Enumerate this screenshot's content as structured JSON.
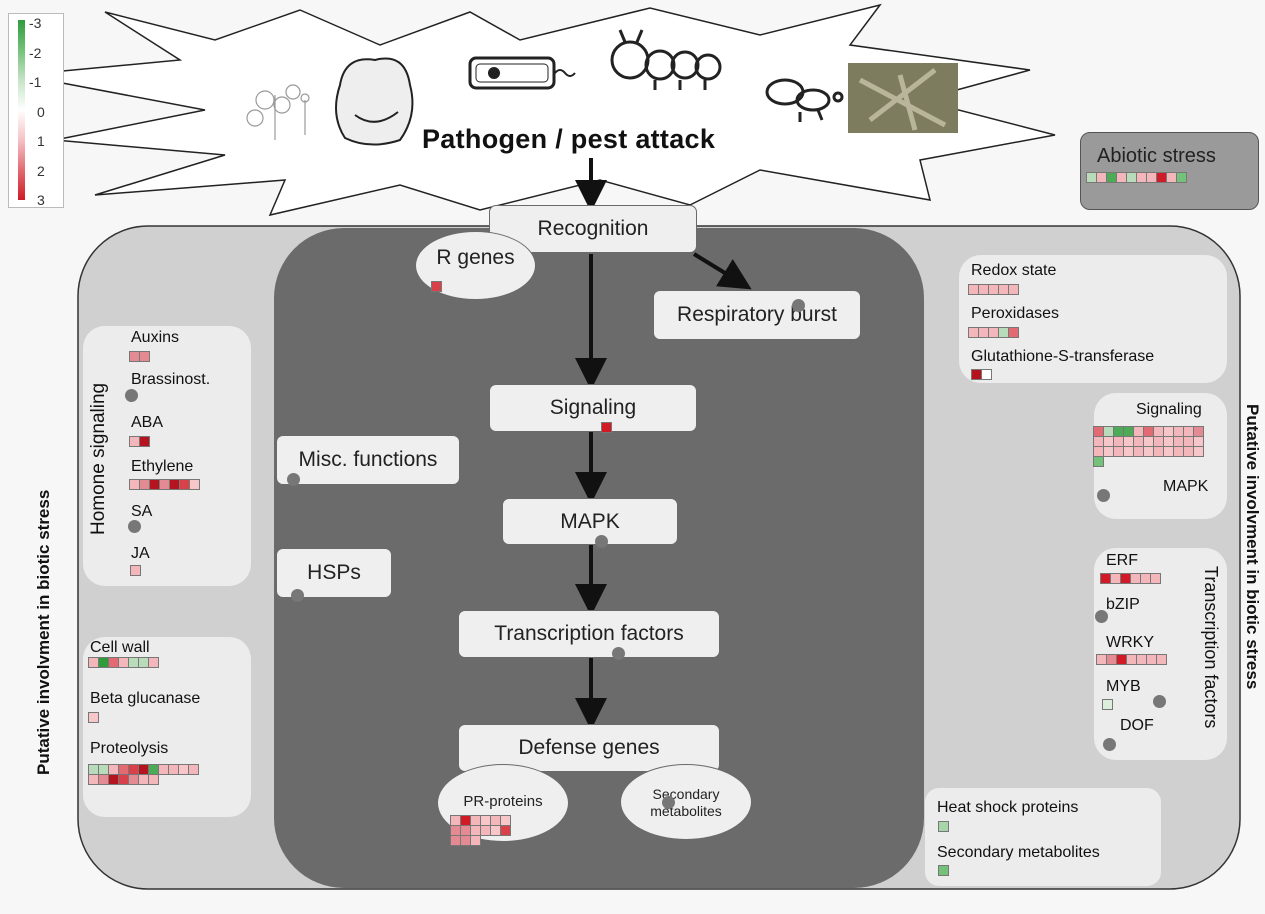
{
  "legend": {
    "ticks": [
      "-3",
      "-2",
      "-1",
      "0",
      "1",
      "2",
      "3"
    ],
    "colors": [
      "#2e9c3a",
      "#74c17a",
      "#c5e3c7",
      "#ffffff",
      "#f6c1c5",
      "#e26a73",
      "#d11a25"
    ]
  },
  "header": {
    "title": "Pathogen / pest attack"
  },
  "abiotic": {
    "label": "Abiotic stress",
    "cells": [
      "#b8dcb9",
      "#f3b6bb",
      "#4daa57",
      "#f3b6bb",
      "#b8dcb9",
      "#f3b6bb",
      "#f3b6bb",
      "#cf1c28",
      "#f3b6bb",
      "#74c17a"
    ]
  },
  "side_labels": {
    "left": "Putative involvment in biotic stress",
    "right": "Putative involvment in biotic stress"
  },
  "hormone": {
    "title": "Homone signaling",
    "auxins": {
      "label": "Auxins",
      "cells": [
        "#e48a92",
        "#e48a92"
      ]
    },
    "brassinost": {
      "label": "Brassinost."
    },
    "aba": {
      "label": "ABA",
      "cells": [
        "#f3b6bb",
        "#b5141f"
      ]
    },
    "ethylene": {
      "label": "Ethylene",
      "cells": [
        "#f3b6bb",
        "#e48a92",
        "#b5141f",
        "#e48a92",
        "#b5141f",
        "#d8404a",
        "#f6c6c9"
      ]
    },
    "sa": {
      "label": "SA"
    },
    "ja": {
      "label": "JA",
      "cells": [
        "#f3b6bb"
      ]
    }
  },
  "cellwall": {
    "wall": {
      "label": "Cell wall",
      "cells": [
        "#f3b6bb",
        "#2e9c3a",
        "#e26a73",
        "#f3b6bb",
        "#b8dcb9",
        "#b8dcb9",
        "#f3b6bb"
      ]
    },
    "beta": {
      "label": "Beta glucanase",
      "cells": [
        "#f6c6c9"
      ]
    },
    "proteolysis": {
      "label": "Proteolysis",
      "rows": [
        [
          "#b8dcb9",
          "#b8dcb9",
          "#f3b6bb",
          "#e26a73",
          "#d8404a",
          "#b5141f",
          "#4daa57",
          "#f3b6bb",
          "#f3b6bb",
          "#f6c6c9",
          "#f3b6bb"
        ],
        [
          "#f3b6bb",
          "#e48a92",
          "#b5141f",
          "#d8404a",
          "#e48a92",
          "#f3b6bb",
          "#f3b6bb"
        ]
      ]
    }
  },
  "center": {
    "recognition": "Recognition",
    "rgenes": {
      "label": "R genes",
      "cells": [
        "#d8404a"
      ]
    },
    "respiratory": "Respiratory burst",
    "signaling": {
      "label": "Signaling",
      "cells": [
        "#d11a25"
      ]
    },
    "mapk": "MAPK",
    "tf": "Transcription factors",
    "defense": "Defense genes",
    "misc": "Misc. functions",
    "hsps": "HSPs",
    "pr": {
      "label": "PR-proteins",
      "rows": [
        [
          "#f3b6bb",
          "#d11a25",
          "#f3b6bb",
          "#f6c6c9",
          "#f3b6bb",
          "#f6c6c9"
        ],
        [
          "#e48a92",
          "#e48a92",
          "#f3b6bb",
          "#f3b6bb",
          "#f6c6c9",
          "#d8404a"
        ],
        [
          "#e48a92",
          "#e48a92",
          "#f3b6bb"
        ]
      ]
    },
    "secondary": "Secondary metabolites"
  },
  "redox": {
    "state": {
      "label": "Redox state",
      "cells": [
        "#f3b6bb",
        "#f3b6bb",
        "#f3b6bb",
        "#f3b6bb",
        "#f3b6bb"
      ]
    },
    "perox": {
      "label": "Peroxidases",
      "cells": [
        "#f3b6bb",
        "#f3b6bb",
        "#f3b6bb",
        "#b8dcb9",
        "#e26a73"
      ]
    },
    "gst": {
      "label": "Glutathione-S-transferase",
      "cells": [
        "#b5141f",
        "#ffffff"
      ]
    }
  },
  "rsignal": {
    "label": "Signaling",
    "rows": [
      [
        "#e26a73",
        "#b8dcb9",
        "#4daa57",
        "#4daa57",
        "#f3b6bb",
        "#e26a73",
        "#f3b6bb",
        "#f6c6c9",
        "#f3b6bb",
        "#f3b6bb",
        "#e48a92"
      ],
      [
        "#f3b6bb",
        "#f6c6c9",
        "#f3b6bb",
        "#f6c6c9",
        "#f3b6bb",
        "#f6c6c9",
        "#f3b6bb",
        "#f6c6c9",
        "#f3b6bb",
        "#f3b6bb",
        "#f6c6c9"
      ],
      [
        "#f3b6bb",
        "#f6c6c9",
        "#f3b6bb",
        "#f6c6c9",
        "#f3b6bb",
        "#f6c6c9",
        "#f3b6bb",
        "#f6c6c9",
        "#f3b6bb",
        "#f3b6bb",
        "#f6c6c9"
      ],
      [
        "#74c17a"
      ]
    ],
    "mapk": "MAPK"
  },
  "tfs": {
    "title": "Transcription factors",
    "erf": {
      "label": "ERF",
      "cells": [
        "#d11a25",
        "#f3b6bb",
        "#d11a25",
        "#f3b6bb",
        "#f3b6bb",
        "#f3b6bb"
      ]
    },
    "bzip": {
      "label": "bZIP"
    },
    "wrky": {
      "label": "WRKY",
      "cells": [
        "#f3b6bb",
        "#e48a92",
        "#d11a25",
        "#f3b6bb",
        "#f3b6bb",
        "#f3b6bb",
        "#f3b6bb"
      ]
    },
    "myb": {
      "label": "MYB",
      "cells": [
        "#dcefdd"
      ]
    },
    "dof": {
      "label": "DOF"
    }
  },
  "bottomright": {
    "hsp": {
      "label": "Heat shock proteins",
      "cells": [
        "#a6d5a9"
      ]
    },
    "sec": {
      "label": "Secondary metabolites",
      "cells": [
        "#74c17a"
      ]
    }
  }
}
